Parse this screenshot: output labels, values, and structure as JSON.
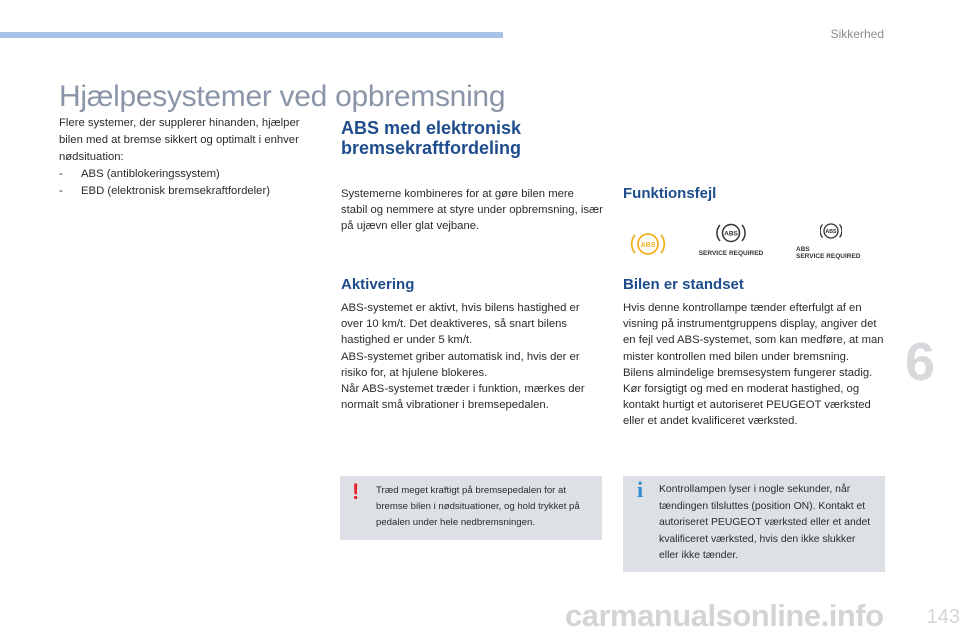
{
  "header": {
    "section": "Sikkerhed"
  },
  "title": "Hjælpesystemer ved opbremsning",
  "intro": {
    "text": "Flere systemer, der supplerer hinanden, hjælper bilen med at bremse sikkert og optimalt i enhver nødsituation:",
    "items": [
      "ABS (antiblokeringssystem)",
      "EBD (elektronisk bremsekraftfordeler)"
    ]
  },
  "abs": {
    "heading_line1": "ABS med elektronisk",
    "heading_line2": "bremsekraftfordeling",
    "intro": "Systemerne kombineres for at gøre bilen mere stabil og nemmere at styre under opbremsning, især på ujævn eller glat vejbane."
  },
  "activation": {
    "heading": "Aktivering",
    "p1": "ABS-systemet er aktivt, hvis bilens hastighed er over 10 km/t. Det deaktiveres, så snart bilens hastighed er under 5 km/t.",
    "p2": "ABS-systemet griber automatisk ind, hvis der er risiko for, at hjulene blokeres.",
    "p3": "Når ABS-systemet træder i funktion, mærkes der normalt små vibrationer i bremsepedalen."
  },
  "malfunction": {
    "heading": "Funktionsfejl",
    "icons": [
      {
        "icon": "abs-warning-icon",
        "label": "ABS",
        "color": "#f0b323"
      },
      {
        "icon": "abs-service-required-icon",
        "label": "ABS",
        "caption": "SERVICE REQUIRED"
      },
      {
        "icon": "abs-service-required-small-icon",
        "label": "ABS",
        "caption_line1": "ABS",
        "caption_line2": "SERVICE REQUIRED"
      }
    ]
  },
  "stationary": {
    "heading": "Bilen er standset",
    "p1": "Hvis denne kontrollampe tænder efterfulgt af en visning på instrumentgruppens display, angiver det en fejl ved ABS-systemet, som kan medføre, at man mister kontrollen med bilen under bremsning.",
    "p2": "Bilens almindelige bremsesystem fungerer stadig.",
    "p3": "Kør forsigtigt og med en moderat hastighed, og kontakt hurtigt et autoriseret PEUGEOT værksted eller et andet kvalificeret værksted."
  },
  "warning_note": {
    "symbol": "!",
    "text": "Træd meget kraftigt på bremsepedalen for at bremse bilen i nødsituationer, og hold trykket på pedalen under hele nedbremsningen."
  },
  "info_note": {
    "symbol": "i",
    "text": "Kontrollampen lyser i nogle sekunder, når tændingen tilsluttes (position ON). Kontakt et autoriseret PEUGEOT værksted eller et andet kvalificeret værksted, hvis den ikke slukker eller ikke tænder."
  },
  "chapter_tab": "6",
  "page_number": "143",
  "watermark": "carmanualsonline.info",
  "colors": {
    "heading": "#1f4d8c",
    "accent_bar": "#a9c1e6",
    "note_bg": "#dde0e5",
    "warn": "#e4232b",
    "info": "#2f8bd0"
  }
}
